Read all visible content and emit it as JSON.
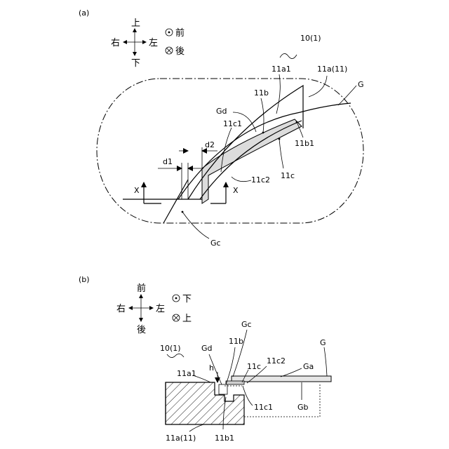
{
  "panel_a": {
    "tag": "(a)",
    "dir_up": "上",
    "dir_down": "下",
    "dir_right": "右",
    "dir_left": "左",
    "legend_front": "前",
    "legend_back": "後",
    "ref_device": "10(1)",
    "lbl_11a1": "11a1",
    "lbl_11a11": "11a(11)",
    "lbl_G": "G",
    "lbl_11b": "11b",
    "lbl_Gd": "Gd",
    "lbl_11c1": "11c1",
    "lbl_11b1": "11b1",
    "lbl_d2": "d2",
    "lbl_d1": "d1",
    "lbl_11c2": "11c2",
    "lbl_11c": "11c",
    "lbl_X_left": "X",
    "lbl_X_right": "X",
    "lbl_Gc": "Gc"
  },
  "panel_b": {
    "tag": "(b)",
    "dir_up": "前",
    "dir_down": "後",
    "dir_right": "右",
    "dir_left": "左",
    "legend_front": "下",
    "legend_back": "上",
    "lbl_Gc": "Gc",
    "lbl_G": "G",
    "lbl_10_1": "10(1)",
    "lbl_Gd": "Gd",
    "lbl_11b": "11b",
    "lbl_11a1": "11a1",
    "lbl_11c": "11c",
    "lbl_11c2": "11c2",
    "lbl_Ga": "Ga",
    "lbl_h": "h",
    "lbl_11c1": "11c1",
    "lbl_Gb": "Gb",
    "lbl_11a11": "11a(11)",
    "lbl_11b1": "11b1"
  }
}
